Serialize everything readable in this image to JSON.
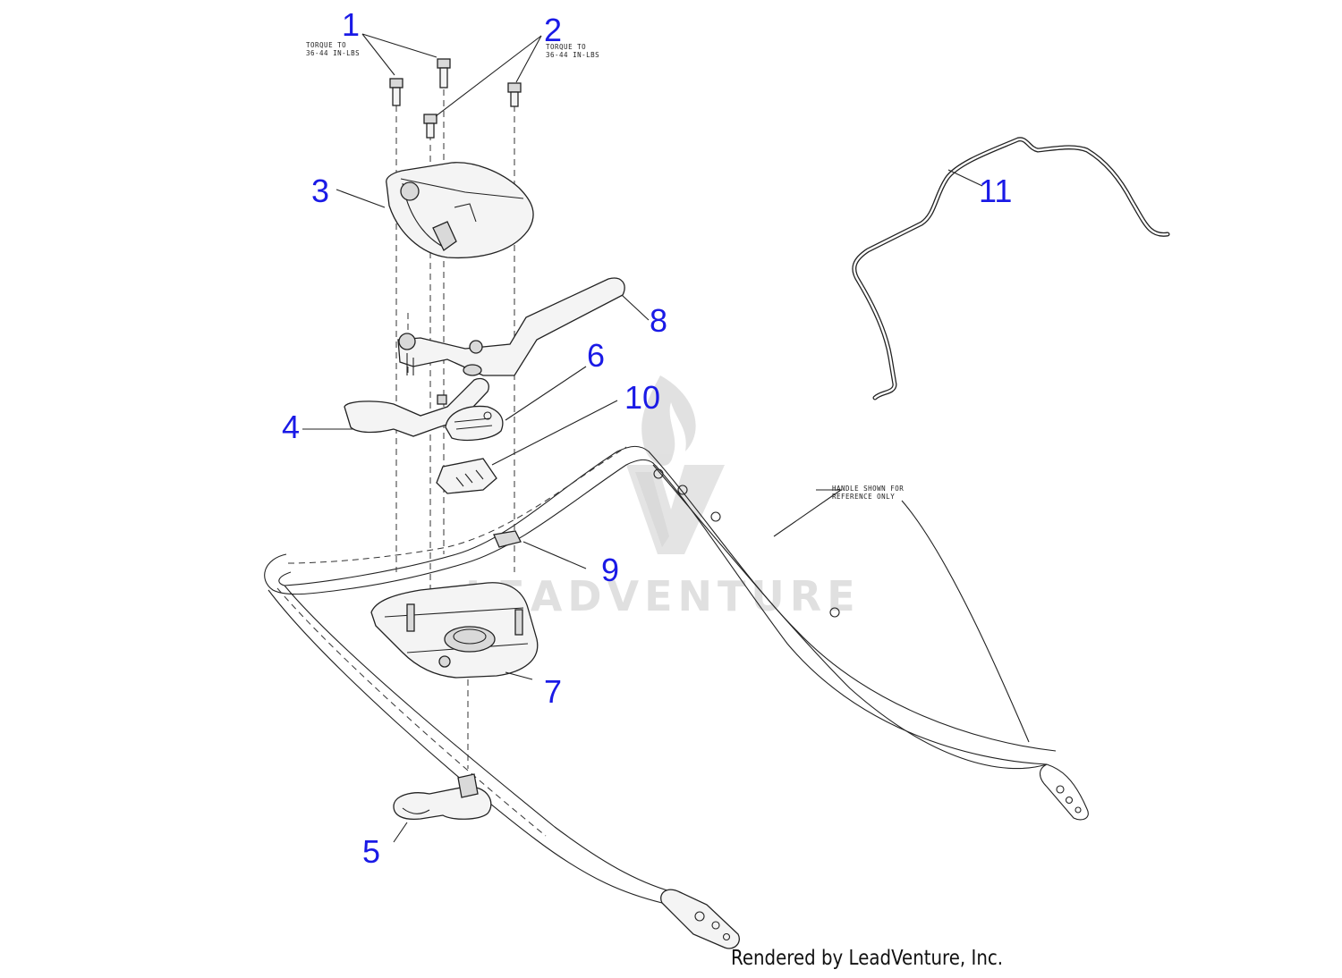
{
  "colors": {
    "callout": "#1a1ae6",
    "line": "#222222",
    "watermark": "#c8c8c8"
  },
  "notes": {
    "torque_left_line1": "TORQUE TO",
    "torque_left_line2": "36-44 IN-LBS",
    "torque_right_line1": "TORQUE TO",
    "torque_right_line2": "36-44 IN-LBS",
    "handle_line1": "HANDLE SHOWN FOR",
    "handle_line2": "REFERENCE ONLY"
  },
  "callouts": [
    {
      "id": "1",
      "label": "1"
    },
    {
      "id": "2",
      "label": "2"
    },
    {
      "id": "3",
      "label": "3"
    },
    {
      "id": "4",
      "label": "4"
    },
    {
      "id": "5",
      "label": "5"
    },
    {
      "id": "6",
      "label": "6"
    },
    {
      "id": "7",
      "label": "7"
    },
    {
      "id": "8",
      "label": "8"
    },
    {
      "id": "9",
      "label": "9"
    },
    {
      "id": "10",
      "label": "10"
    },
    {
      "id": "11",
      "label": "11"
    }
  ],
  "watermark": {
    "icon": "leadventure-logo-icon",
    "text": "LEADVENTURE"
  },
  "footer": {
    "credit": "Rendered by LeadVenture, Inc."
  }
}
